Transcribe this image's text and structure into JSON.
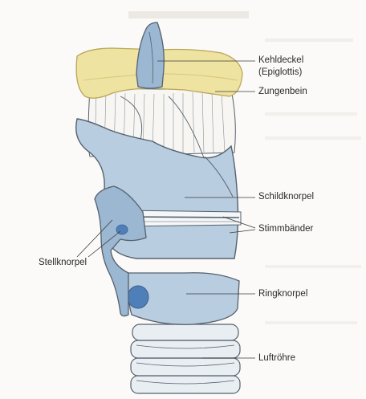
{
  "diagram": {
    "labels": {
      "kehldeckel": "Kehldeckel",
      "epiglottis": "(Epiglottis)",
      "zungenbein": "Zungenbein",
      "schildknorpel": "Schildknorpel",
      "stimmbaender": "Stimmbänder",
      "stellknorpel": "Stellknorpel",
      "ringknorpel": "Ringknorpel",
      "luftroehre": "Luftröhre"
    },
    "colors": {
      "cartilage": "#b9cde0",
      "cartilage_dark": "#9bb7d1",
      "hyoid": "#efe3a2",
      "hyoid_edge": "#d9c77a",
      "arytenoid_spot": "#4f7fb8",
      "outline": "#55616d",
      "trachea": "#e9eef3"
    }
  }
}
